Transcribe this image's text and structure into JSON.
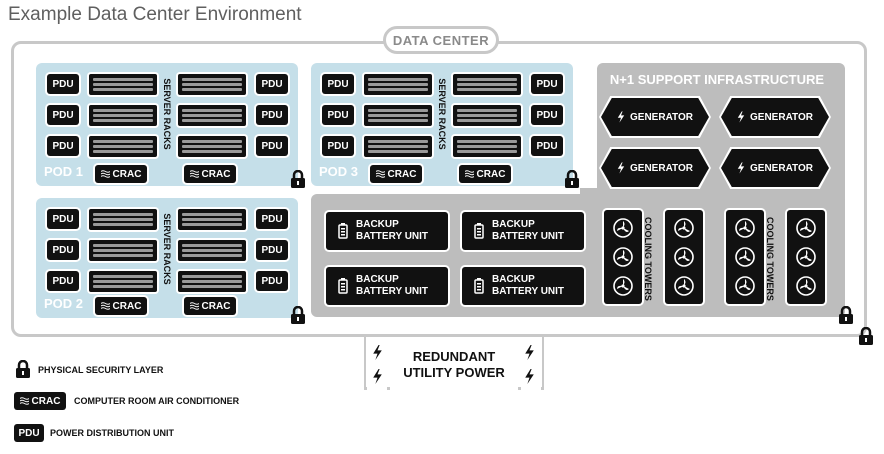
{
  "title": "Example Data Center Environment",
  "data_center_label": "DATA CENTER",
  "pdu_label": "PDU",
  "crac_label": "CRAC",
  "server_racks_label": "SERVER RACKS",
  "pods": [
    {
      "name": "POD 1"
    },
    {
      "name": "POD 3"
    },
    {
      "name": "POD 2"
    }
  ],
  "support": {
    "title": "N+1 SUPPORT INFRASTRUCTURE",
    "generator_label": "GENERATOR",
    "bbu_line1": "BACKUP",
    "bbu_line2": "BATTERY UNIT",
    "cooling_towers_label": "COOLING TOWERS"
  },
  "utility_power": {
    "line1": "REDUNDANT",
    "line2": "UTILITY POWER"
  },
  "legend": {
    "security": "PHYSICAL SECURITY LAYER",
    "crac": "COMPUTER ROOM AIR CONDITIONER",
    "pdu": "POWER DISTRIBUTION UNIT"
  },
  "colors": {
    "pod": "#c5dfe9",
    "support_panel": "#bdbdbd",
    "border": "#c8c8c8",
    "device": "#111111"
  },
  "icons": [
    "lock-icon",
    "crac-icon",
    "lightning-icon",
    "battery-icon",
    "fan-icon"
  ]
}
